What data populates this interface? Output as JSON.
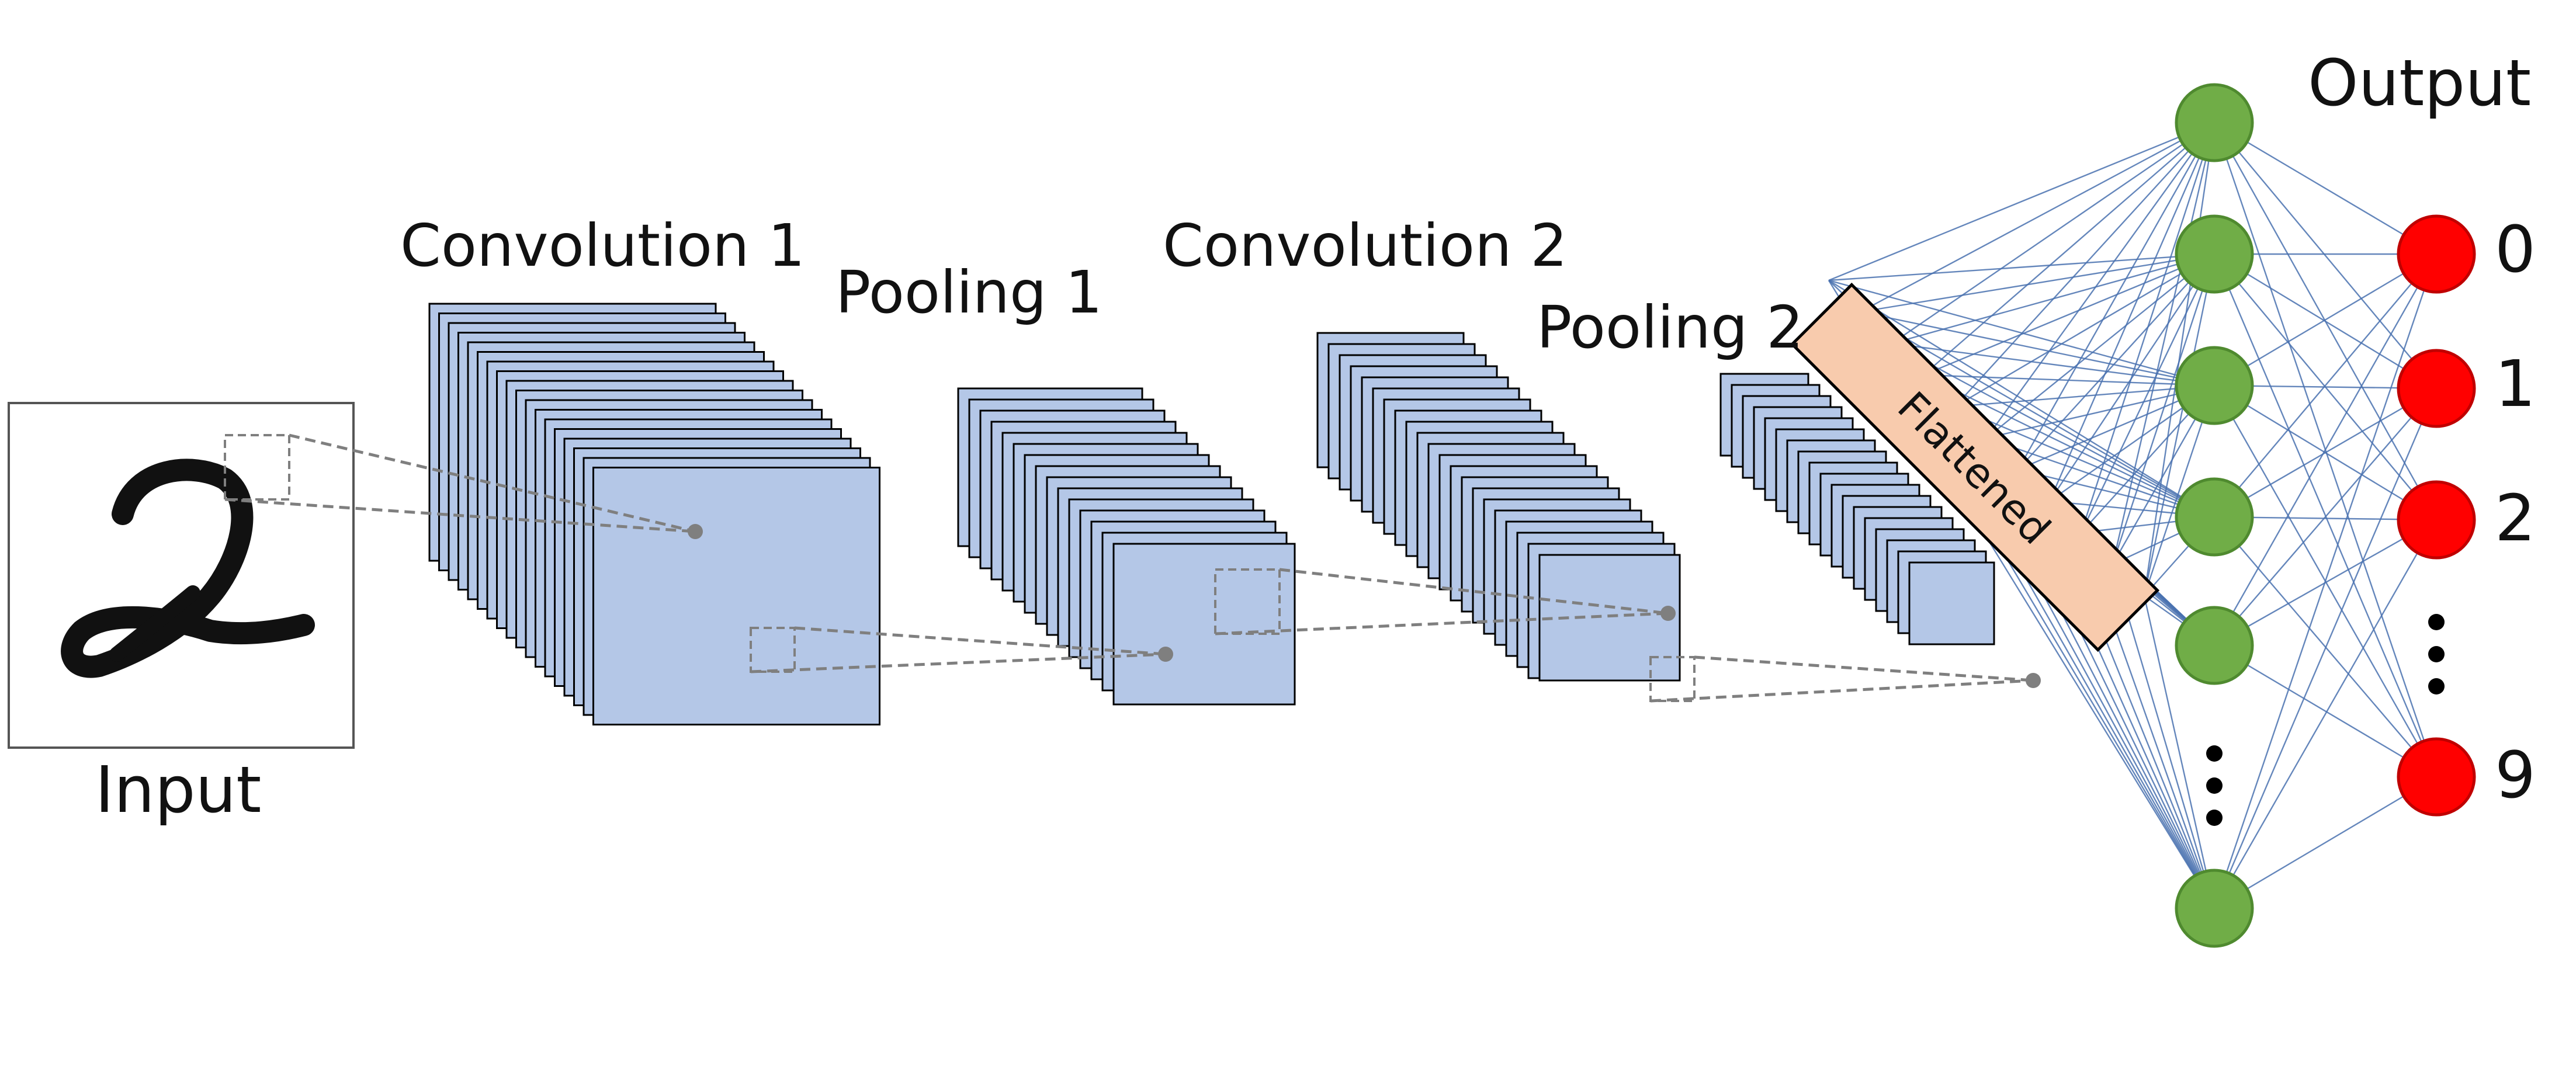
{
  "labels": {
    "input": "Input",
    "conv1": "Convolution 1",
    "pool1": "Pooling 1",
    "conv2": "Convolution 2",
    "pool2": "Pooling 2",
    "flattened": "Flattened",
    "output": "Output"
  },
  "outputs": [
    "0",
    "1",
    "2",
    "9"
  ],
  "colors": {
    "feature_map": "#b4c7e7",
    "flatten_bar": "#f8cbad",
    "hidden_node": "#70ad47",
    "output_node": "#ff0000",
    "connection": "#4a72b0",
    "dashed": "#7f7f7f"
  }
}
